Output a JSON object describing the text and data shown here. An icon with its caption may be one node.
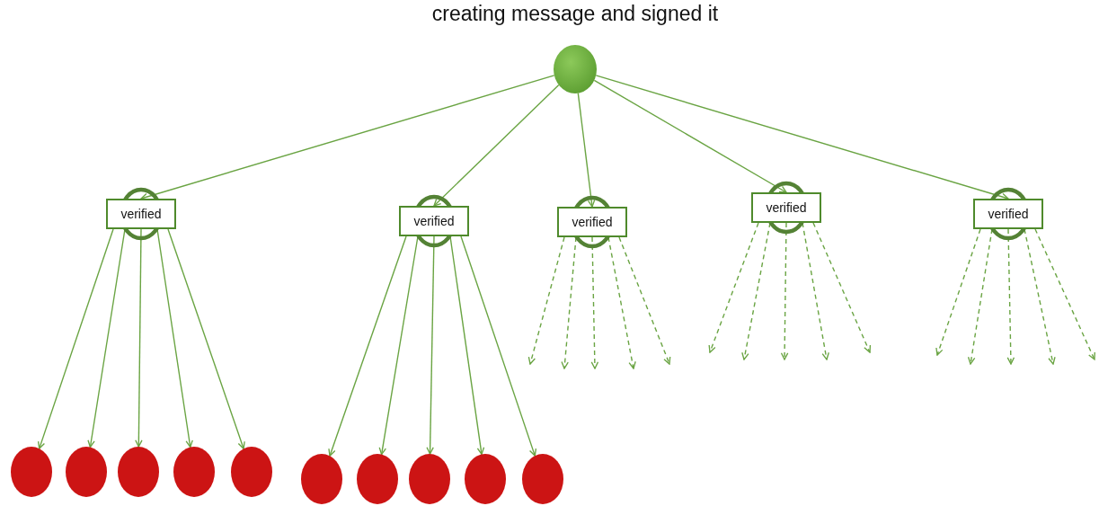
{
  "diagram": {
    "title": "creating message and signed it",
    "nodes": [
      {
        "text": [],
        "shape": "circle"
      },
      {
        "text": [
          "verified"
        ]
      },
      {
        "text": [
          "verified"
        ]
      },
      {
        "text": [
          "verified"
        ]
      },
      {
        "text": [
          "verified"
        ]
      },
      {
        "text": [
          "verified"
        ]
      },
      {
        "text": [],
        "shape": "circle"
      },
      {
        "text": [],
        "shape": "circle"
      },
      {
        "text": [],
        "shape": "circle"
      },
      {
        "text": [],
        "shape": "circle"
      },
      {
        "text": [],
        "shape": "circle"
      },
      {
        "text": [],
        "shape": "circle"
      },
      {
        "text": [],
        "shape": "circle"
      },
      {
        "text": [],
        "shape": "circle"
      },
      {
        "text": [],
        "shape": "circle"
      },
      {
        "text": [],
        "shape": "circle"
      }
    ],
    "edges": [
      {
        "from": 0,
        "to": 1,
        "arrow": "to"
      },
      {
        "from": 0,
        "to": 2,
        "arrow": "to"
      },
      {
        "from": 0,
        "to": 3,
        "arrow": "to"
      },
      {
        "from": 0,
        "to": 4,
        "arrow": "to"
      },
      {
        "from": 0,
        "to": 5,
        "arrow": "to"
      },
      {
        "from": 1,
        "to": 6,
        "arrow": "to"
      },
      {
        "from": 1,
        "to": 7,
        "arrow": "to"
      },
      {
        "from": 1,
        "to": 8,
        "arrow": "to"
      },
      {
        "from": 1,
        "to": 9,
        "arrow": "to"
      },
      {
        "from": 1,
        "to": 10,
        "arrow": "to"
      },
      {
        "from": 2,
        "to": 11,
        "arrow": "to"
      },
      {
        "from": 2,
        "to": 12,
        "arrow": "to"
      },
      {
        "from": 2,
        "to": 13,
        "arrow": "to"
      },
      {
        "from": 2,
        "to": 14,
        "arrow": "to"
      },
      {
        "from": 2,
        "to": 15,
        "arrow": "to"
      },
      {
        "from": 3,
        "to": null,
        "arrow": "to",
        "style": "dashed"
      },
      {
        "from": 3,
        "to": null,
        "arrow": "to",
        "style": "dashed"
      },
      {
        "from": 3,
        "to": null,
        "arrow": "to",
        "style": "dashed"
      },
      {
        "from": 3,
        "to": null,
        "arrow": "to",
        "style": "dashed"
      },
      {
        "from": 3,
        "to": null,
        "arrow": "to",
        "style": "dashed"
      },
      {
        "from": 4,
        "to": null,
        "arrow": "to",
        "style": "dashed"
      },
      {
        "from": 4,
        "to": null,
        "arrow": "to",
        "style": "dashed"
      },
      {
        "from": 4,
        "to": null,
        "arrow": "to",
        "style": "dashed"
      },
      {
        "from": 4,
        "to": null,
        "arrow": "to",
        "style": "dashed"
      },
      {
        "from": 4,
        "to": null,
        "arrow": "to",
        "style": "dashed"
      },
      {
        "from": 5,
        "to": null,
        "arrow": "to",
        "style": "dashed"
      },
      {
        "from": 5,
        "to": null,
        "arrow": "to",
        "style": "dashed"
      },
      {
        "from": 5,
        "to": null,
        "arrow": "to",
        "style": "dashed"
      },
      {
        "from": 5,
        "to": null,
        "arrow": "to",
        "style": "dashed"
      },
      {
        "from": 5,
        "to": null,
        "arrow": "to",
        "style": "dashed"
      }
    ]
  }
}
